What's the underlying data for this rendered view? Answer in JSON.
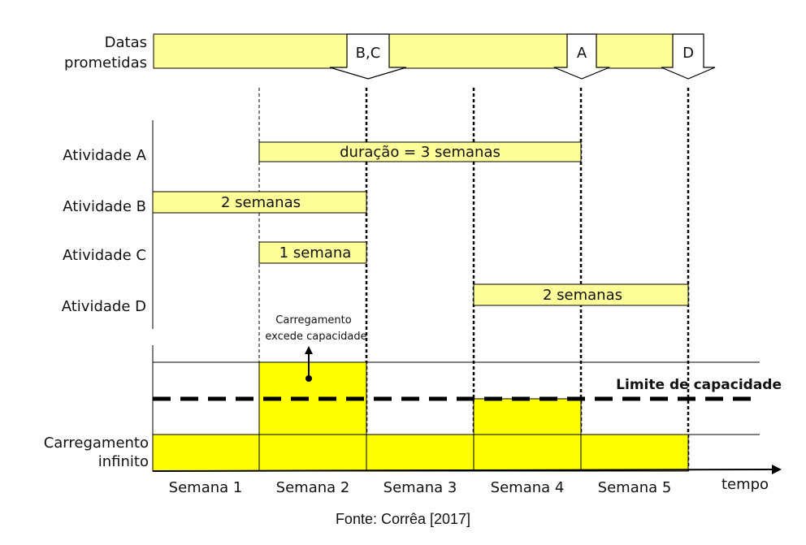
{
  "promised_dates": {
    "label_line1": "Datas",
    "label_line2": "prometidas",
    "markers": [
      "B,C",
      "A",
      "D"
    ]
  },
  "activities": [
    {
      "label": "Atividade A",
      "bar_text": "duração = 3 semanas"
    },
    {
      "label": "Atividade B",
      "bar_text": "2 semanas"
    },
    {
      "label": "Atividade C",
      "bar_text": "1 semana"
    },
    {
      "label": "Atividade D",
      "bar_text": "2 semanas"
    }
  ],
  "load": {
    "label_line1": "Carregamento",
    "label_line2": "infinito",
    "annotation_line1": "Carregamento",
    "annotation_line2": "excede capacidade",
    "capacity_label": "Limite de capacidade"
  },
  "weeks": [
    "Semana 1",
    "Semana 2",
    "Semana 3",
    "Semana 4",
    "Semana 5"
  ],
  "axis_label": "tempo",
  "caption": "Fonte: Corrêa [2017]",
  "colors": {
    "bar_fill": "#ffff99",
    "load_fill": "#ffff00",
    "line": "#000000"
  }
}
